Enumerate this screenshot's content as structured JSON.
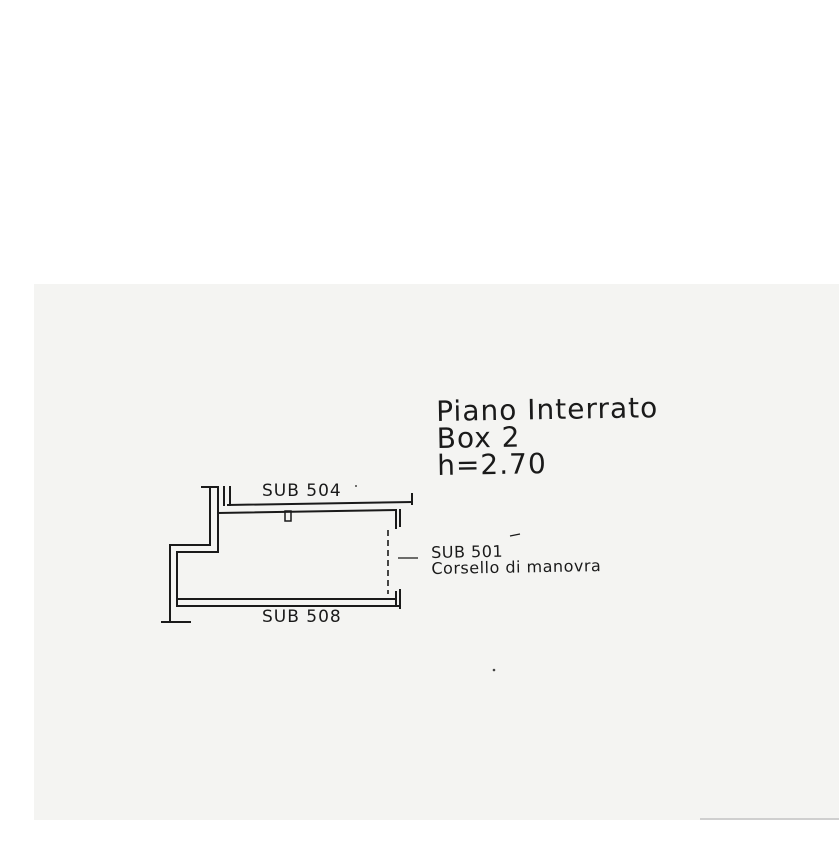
{
  "title": {
    "floor": "Piano Interrato",
    "unit": "Box 2",
    "height": "h=2.70"
  },
  "labels": {
    "sub_504": "SUB 504",
    "sub_508": "SUB 508",
    "sub_501": "SUB 501",
    "corsello": "Corsello di manovra"
  },
  "colors": {
    "ink": "#1a1a1a",
    "paper": "#f4f4f2"
  }
}
